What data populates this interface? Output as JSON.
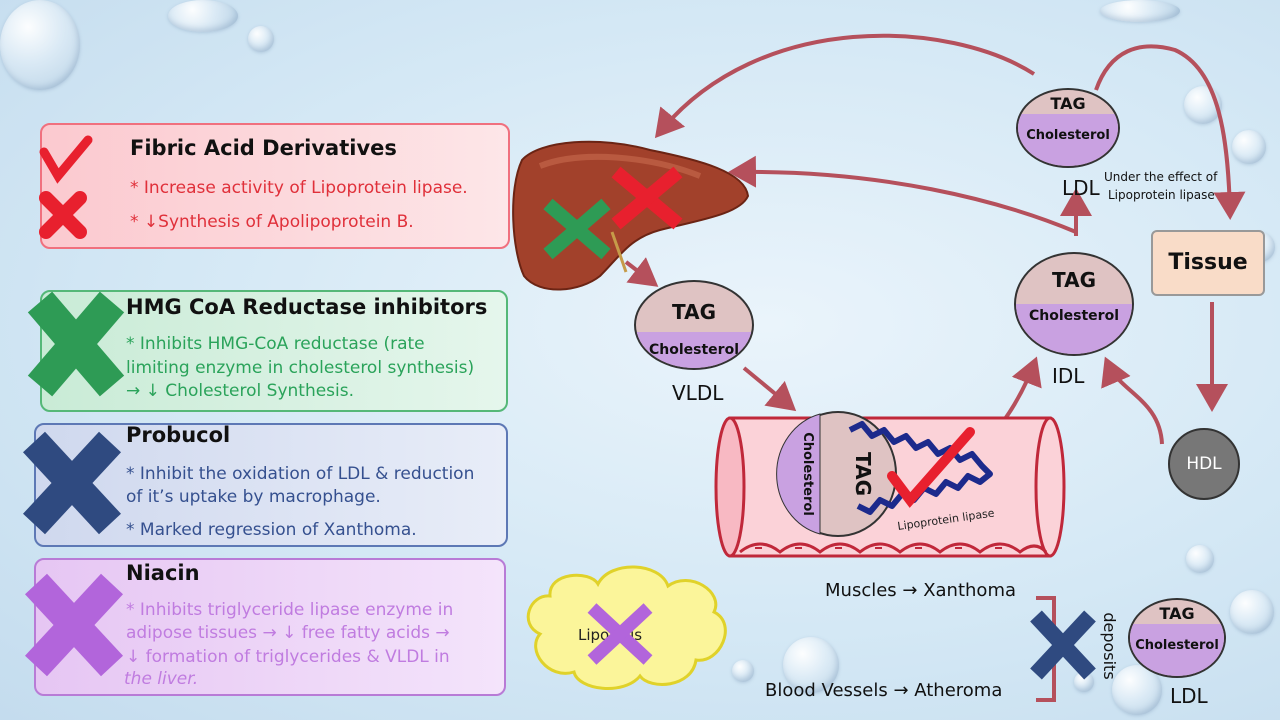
{
  "panels": {
    "fibric": {
      "title": "Fibric Acid Derivatives",
      "lines": [
        "* Increase activity of Lipoprotein lipase.",
        "* ↓Synthesis of Apolipoprotein B."
      ]
    },
    "hmg": {
      "title": "HMG CoA Reductase inhibitors",
      "lines": [
        "* Inhibits HMG-CoA reductase (rate",
        "limiting enzyme in cholesterol synthesis)",
        "→ ↓ Cholesterol Synthesis."
      ]
    },
    "probucol": {
      "title": "Probucol",
      "lines": [
        "* Inhibit the oxidation of LDL & reduction",
        "of it’s uptake by macrophage.",
        "* Marked regression of Xanthoma."
      ]
    },
    "niacin": {
      "title": "Niacin",
      "lines": [
        "* Inhibits triglyceride lipase enzyme in",
        "adipose tissues → ↓ free fatty acids →",
        "↓ formation of triglycerides & VLDL in",
        "the liver."
      ]
    }
  },
  "diagram": {
    "tag": "TAG",
    "cholesterol": "Cholesterol",
    "vldl_label": "VLDL",
    "idl_label": "IDL",
    "ldl_top_label": "LDL",
    "ldl_bottom_label": "LDL",
    "lipase_note_line1": "Under the effect of",
    "lipase_note_line2": "Lipoprotein lipase",
    "tissue": "Tissue",
    "hdl": "HDL",
    "lipoprotein_lipase": "Lipoprotein lipase",
    "lipolysis": "Lipolysis",
    "muscles": "Muscles → Xanthoma",
    "vessels": "Blood Vessels → Atheroma",
    "deposits": "deposits"
  },
  "colors": {
    "arrow": "#b5505c",
    "red_mark": "#e8202e",
    "green_mark": "#2e9b55",
    "blue_mark": "#2f4a80",
    "purple_mark": "#b265db"
  }
}
